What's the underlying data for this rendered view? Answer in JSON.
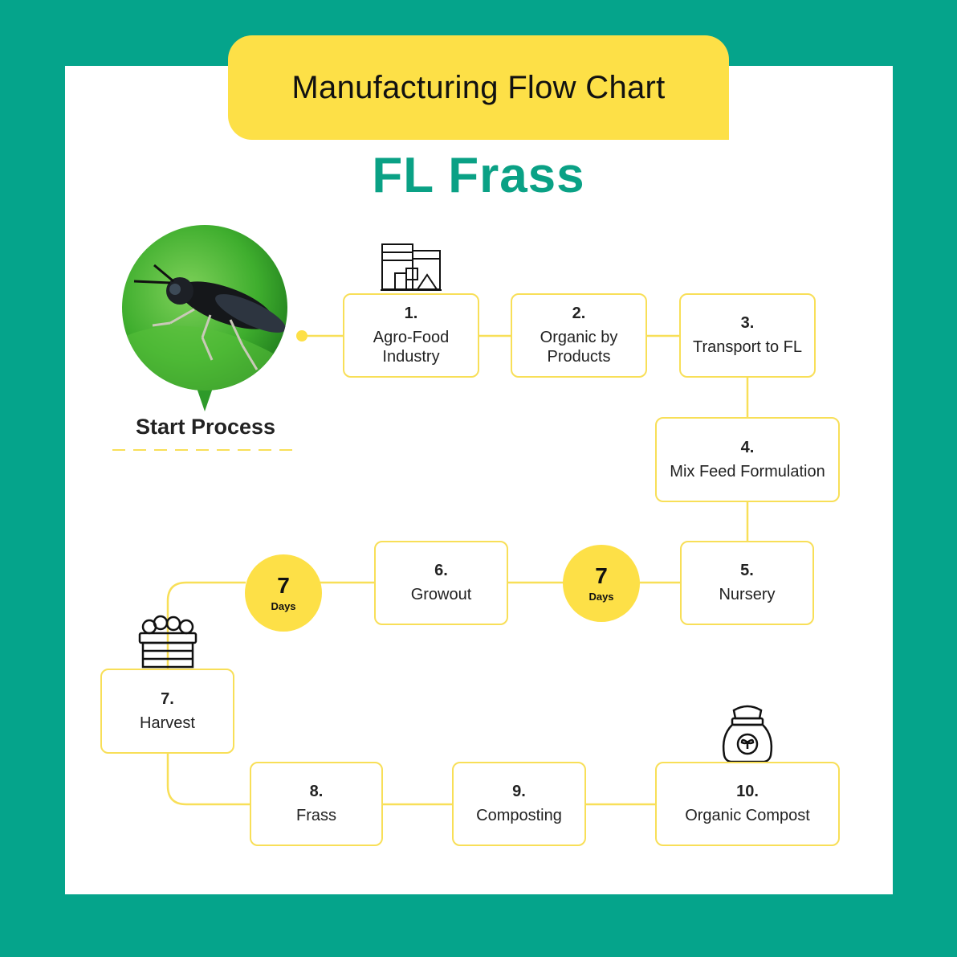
{
  "title": "Manufacturing Flow Chart",
  "subtitle": "FL Frass",
  "start_label": "Start Process",
  "steps": [
    {
      "num": "1.",
      "label": "Agro-Food Industry"
    },
    {
      "num": "2.",
      "label": "Organic by Products"
    },
    {
      "num": "3.",
      "label": "Transport to FL"
    },
    {
      "num": "4.",
      "label": "Mix Feed Formulation"
    },
    {
      "num": "5.",
      "label": "Nursery"
    },
    {
      "num": "6.",
      "label": "Growout"
    },
    {
      "num": "7.",
      "label": "Harvest"
    },
    {
      "num": "8.",
      "label": "Frass"
    },
    {
      "num": "9.",
      "label": "Composting"
    },
    {
      "num": "10.",
      "label": "Organic Compost"
    }
  ],
  "durations": [
    {
      "value": "7",
      "unit": "Days"
    },
    {
      "value": "7",
      "unit": "Days"
    }
  ],
  "icons": [
    "factory-icon",
    "crate-icon",
    "compost-bag-icon",
    "fly-photo"
  ],
  "colors": {
    "teal": "#05a48b",
    "yellow": "#fde047",
    "border": "#f8df58",
    "title_text": "#0aa185"
  }
}
